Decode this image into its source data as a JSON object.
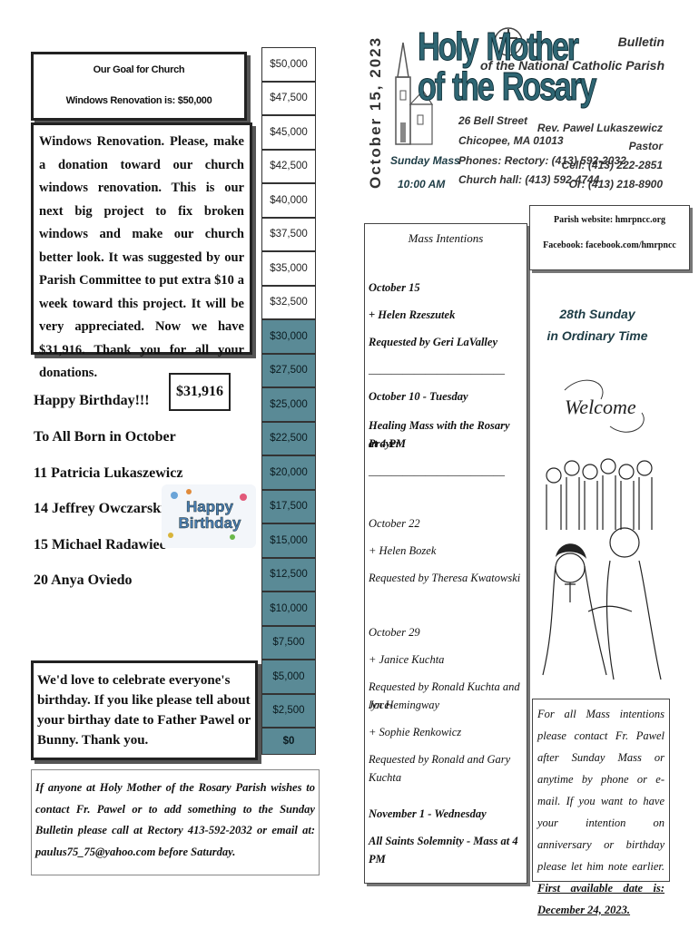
{
  "header": {
    "date_vertical": "October 15, 2023",
    "title": "Holy Mother of the Rosary",
    "bulletin_line1": "Bulletin",
    "bulletin_line2": "of the National Catholic Parish",
    "address1": "26 Bell Street",
    "address2": "Chicopee, MA 01013",
    "phone_rectory": "Phones: Rectory: (413) 592-2032",
    "phone_hall": "Church hall: (413) 592-4744",
    "sunday_mass": "Sunday Mass",
    "mass_time": "10:00 AM",
    "pastor_name": "Rev. Pawel Lukaszewicz",
    "pastor_title": "Pastor",
    "cell": "Cell: (413) 222-2851",
    "or_phone": "Or: (413) 218-8900"
  },
  "goal": {
    "line1": "Our Goal for Church",
    "line2": "Windows Renovation is: $50,000"
  },
  "windows_text": "Windows Renovation. Please, make a donation toward our church windows renovation. This is our next big project to fix broken windows and make our church better look. It was suggested by our Parish Committee to put extra $10 a week toward this project. It will be very appreciated. Now we have $31,916. Thank you for all your donations.",
  "thermometer": {
    "levels": [
      "$50,000",
      "$47,500",
      "$45,000",
      "$42,500",
      "$40,000",
      "$37,500",
      "$35,000",
      "$32,500",
      "$30,000",
      "$27,500",
      "$25,000",
      "$22,500",
      "$20,000",
      "$17,500",
      "$15,000",
      "$12,500",
      "$10,000",
      "$7,500",
      "$5,000",
      "$2,500",
      "$0"
    ],
    "raised_value": 31916,
    "raised_label": "$31,916"
  },
  "birthdays": {
    "greeting": "Happy Birthday!!!",
    "subtitle": "To All Born in October",
    "people": [
      "11 Patricia Lukaszewicz",
      "14 Jeffrey Owczarski",
      "15 Michael Radawiec",
      "20 Anya Oviedo"
    ],
    "image_text": "Happy Birthday",
    "invite": "We'd love to celebrate everyone's birthday. If you like please tell about your birthay date to Father Pawel or Bunny. Thank you."
  },
  "contact_text": "If anyone at Holy Mother of the Rosary Parish wishes to contact Fr. Pawel or to add something to the Sunday Bulletin please call at Rectory 413-592-2032 or email at: paulus75_75@yahoo.com before Saturday.",
  "mass_intentions": {
    "title": "Mass Intentions",
    "lines": [
      "October 15",
      "+ Helen Rzeszutek",
      "Requested by Geri LaValley",
      "________________________",
      "October 10 - Tuesday",
      "Healing Mass with the Rosary Prayer",
      "at 4 PM",
      "________________________",
      "October 22",
      "+ Helen Bozek",
      "Requested by Theresa Kwatowski",
      "October 29",
      "+ Janice Kuchta",
      "Requested by Ronald Kuchta and Joce-",
      "lyn Hemingway",
      "+ Sophie Renkowicz",
      "Requested by Ronald and Gary Kuchta",
      "November 1 - Wednesday",
      "All Saints Solemnity - Mass at 4 PM"
    ]
  },
  "site": {
    "website": "Parish website: hmrpncc.org",
    "facebook": "Facebook: facebook.com/hmrpncc"
  },
  "sunday": {
    "line1": "28th Sunday",
    "line2": "in Ordinary Time"
  },
  "welcome": "Welcome",
  "note": {
    "text": "For all Mass intentions please contact Fr. Pawel after Sunday Mass or anytime by phone or e-mail. If you want to have your intention on anniversary or birthday please let him note earlier.",
    "first_available": "First available date is: December 24, 2023."
  }
}
